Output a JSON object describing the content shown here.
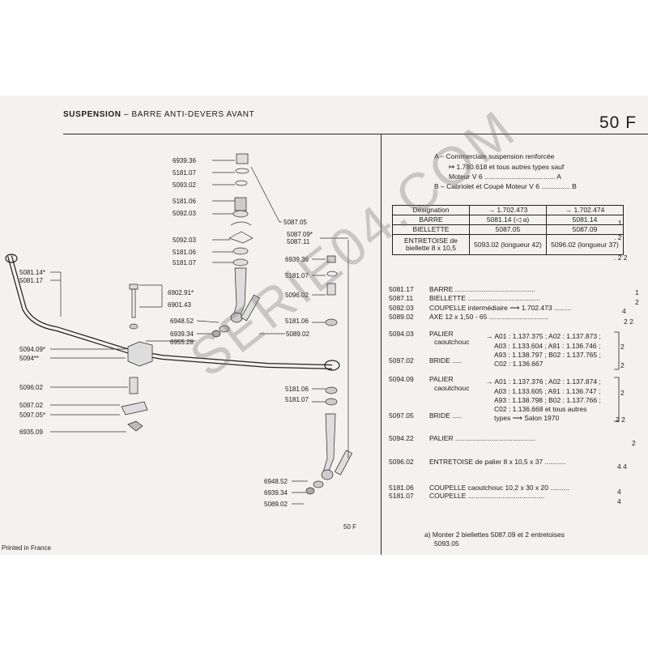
{
  "header": {
    "section": "SUSPENSION",
    "subtitle": "– BARRE ANTI-DEVERS AVANT",
    "page_no": "50 F"
  },
  "diagram": {
    "labels_top": [
      "6939.36",
      "5181.07",
      "5093.02",
      "5181.06",
      "5092.03",
      "5092.03",
      "5181.06",
      "5181.07",
      "5087.05"
    ],
    "label_bolt": [
      "6902.91",
      "6901.43"
    ],
    "labels_mid": [
      "6948.52",
      "6939.34",
      "6955.28",
      "5089.02"
    ],
    "labels_left": [
      "5081.14",
      "5081.17",
      "5094.09",
      "5094",
      "5096.02",
      "5097.02",
      "5097.05",
      "6935.09"
    ],
    "labels_right": [
      "5087.09",
      "5087.11",
      "6939.36",
      "5181.07",
      "5096.02",
      "5181.06",
      "5089.02",
      "5181.06",
      "5181.07"
    ],
    "labels_bottom": [
      "6948.52",
      "6939.34",
      "5089.02"
    ],
    "footer_page": "50 F"
  },
  "legend": {
    "a_line1": "A – Commerciale suspension renforcée",
    "a_line2": "1.780.618 et tous autres types sauf",
    "a_line3": "Moteur V 6 ..................................... A",
    "b_line": "B – Cabriolet et Coupé Moteur V 6 ............... B"
  },
  "spec_table": {
    "headers": [
      "Désignation",
      "→ 1.702.473",
      "→ 1.702.474"
    ],
    "rows": [
      {
        "name": "BARRE",
        "c1": "5081.14 (◁ a)",
        "c2": "5081.14",
        "qty": ". 1"
      },
      {
        "name": "BIELLETTE",
        "c1": "5087.05",
        "c2": "5087.09",
        "qty": ". 2"
      },
      {
        "name": "ENTRETOISE de biellette 8 x 10,5",
        "c1": "5093.02 (longueur 42)",
        "c2": "5096.02 (longueur 37)",
        "qty": ". 2   2"
      }
    ]
  },
  "parts": [
    {
      "ref": "5081.17",
      "desc": "BARRE ..........................................",
      "qty": "1"
    },
    {
      "ref": "5087.11",
      "desc": "BIELLETTE ......................................",
      "qty": "2"
    },
    {
      "ref": "5092.03",
      "desc": "COUPELLE intermédiaire ⟶ 1.702.473 .........",
      "qty": "4"
    },
    {
      "ref": "5089.02",
      "desc": "AXE 12 x 1,50 - 65 ...............................",
      "qty": "2   2"
    }
  ],
  "palier1": {
    "ref": "5094.03",
    "name": "PALIER",
    "sub": "caoutchouc",
    "l1": "→ A01 : 1.137.375 ; A02 : 1.137.873 ;",
    "l2": "A03 : 1.133.604 ; A91 : 1.136.746 ;",
    "l3": "A93 : 1.138.797 ; B02 : 1.137.765 ;",
    "l4": "C02 : 1.136.667",
    "bride_ref": "5097.02",
    "bride": "BRIDE .....",
    "qty": "2"
  },
  "palier2": {
    "ref": "5094.09",
    "name": "PALIER",
    "sub": "caoutchouc",
    "l1": "→ A01 : 1.137.376 ; A02 : 1.137.874 ;",
    "l2": "A03 : 1.133.605 ; A91 : 1.136.747 ;",
    "l3": "A93 : 1.138.798 ; B02 : 1.137.766 ;",
    "l4": "C02 : 1.136.668 et tous autres",
    "l5": "types ⟶ Salon 1970",
    "bride_ref": "5097.05",
    "bride": "BRIDE .....",
    "qty": "2   2"
  },
  "parts2": [
    {
      "ref": "5094.22",
      "desc": "PALIER ..........................................",
      "qty": "2"
    },
    {
      "ref": "5096.02",
      "desc": "ENTRETOISE de palier 8 x 10,5 x 37 ...........",
      "qty": "4   4"
    },
    {
      "ref": "5181.06",
      "desc": "COUPELLE caoutchouc 10,2 x 30 x 20 ..........",
      "qty": "4"
    },
    {
      "ref": "5181.07",
      "desc": "COUPELLE ........................................",
      "qty": "4"
    }
  ],
  "note": {
    "l1": "a) Monter 2 biellettes 5087.09 et 2 entretoises",
    "l2": "5093.05"
  },
  "printed": "Printed in France",
  "watermark": "SERIE04.COM"
}
